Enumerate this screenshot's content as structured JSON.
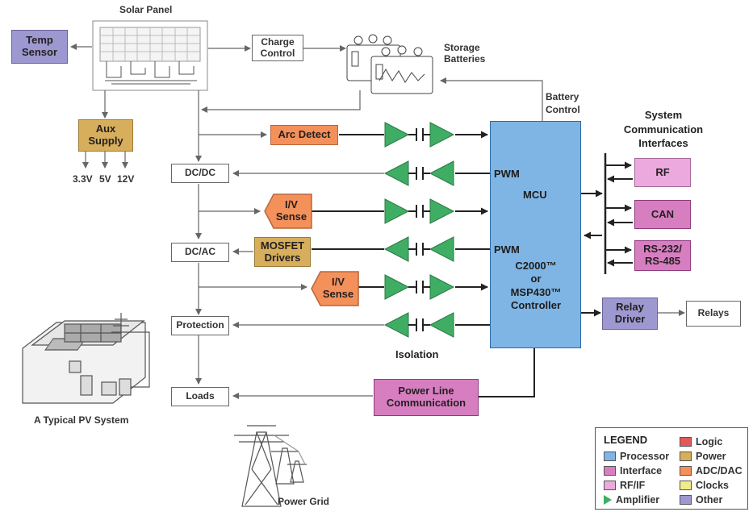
{
  "solar_panel": {
    "title": "Solar Panel"
  },
  "blocks": {
    "temp_sensor": "Temp\nSensor",
    "charge_control": "Charge\nControl",
    "storage_batteries": "Storage\nBatteries",
    "aux_supply": "Aux\nSupply",
    "aux_outputs": [
      "3.3V",
      "5V",
      "12V"
    ],
    "battery_control": "Battery\nControl",
    "arc_detect": "Arc Detect",
    "dc_dc": "DC/DC",
    "iv_sense_1": "I/V\nSense",
    "dc_ac": "DC/AC",
    "mosfet_drivers": "MOSFET\nDrivers",
    "iv_sense_2": "I/V\nSense",
    "protection": "Protection",
    "loads": "Loads",
    "isolation": "Isolation",
    "power_line_comm": "Power Line\nCommunication",
    "relay_driver": "Relay\nDriver",
    "relays": "Relays",
    "pv_system": "A Typical PV System",
    "power_grid": "Power Grid"
  },
  "mcu": {
    "pwm_top": "PWM",
    "mcu_label": "MCU",
    "pwm_bottom": "PWM",
    "controller": "C2000™\nor\nMSP430™\nController"
  },
  "comm": {
    "title": "System\nCommunication\nInterfaces",
    "rf": "RF",
    "can": "CAN",
    "rs": "RS-232/\nRS-485"
  },
  "legend": {
    "title": "LEGEND",
    "items": [
      {
        "label": "Processor",
        "color": "#7fb5e4"
      },
      {
        "label": "Interface",
        "color": "#d77ec1"
      },
      {
        "label": "RF/IF",
        "color": "#eba9de"
      },
      {
        "label": "Amplifier",
        "color": "#3fae64",
        "icon": "triangle"
      },
      {
        "label": "Logic",
        "color": "#e05a5a"
      },
      {
        "label": "Power",
        "color": "#d7ae5c"
      },
      {
        "label": "ADC/DAC",
        "color": "#f4905a"
      },
      {
        "label": "Clocks",
        "color": "#f1ec8a"
      },
      {
        "label": "Other",
        "color": "#9d98cf"
      }
    ]
  }
}
